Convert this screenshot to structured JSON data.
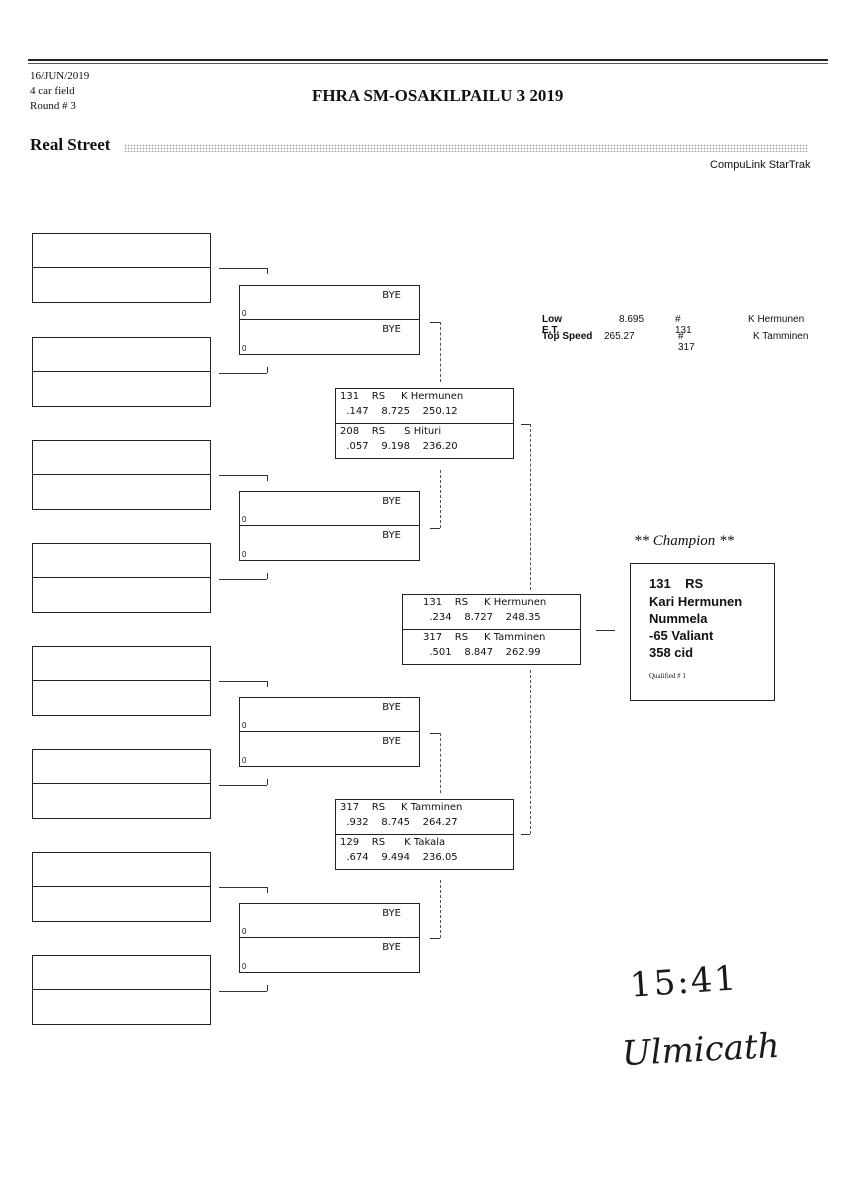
{
  "header": {
    "date": "16/JUN/2019",
    "field": "4 car field",
    "round": "Round # 3",
    "title": "FHRA SM-OSAKILPAILU 3 2019",
    "class_name": "Real Street",
    "brand": "CompuLink StarTrak"
  },
  "stats": {
    "low_et_label": "Low  E.T.",
    "low_et_value": "8.695",
    "low_et_num": "# 131",
    "low_et_name": "K Hermunen",
    "top_speed_label": "Top Speed",
    "top_speed_value": "265.27",
    "top_speed_num": "# 317",
    "top_speed_name": "K Tamminen"
  },
  "round2": [
    {
      "top": "BYE",
      "top_zero": "0",
      "bot": "BYE",
      "bot_zero": "0"
    },
    {
      "top": "BYE",
      "top_zero": "0",
      "bot": "BYE",
      "bot_zero": "0"
    },
    {
      "top": "BYE",
      "top_zero": "0",
      "bot": "BYE",
      "bot_zero": "0"
    },
    {
      "top": "BYE",
      "top_zero": "0",
      "bot": "BYE",
      "bot_zero": "0"
    }
  ],
  "semis": [
    {
      "top_l1": "131    RS     K Hermunen",
      "top_l2": "  .147    8.725    250.12",
      "bot_l1": "208    RS      S Hituri",
      "bot_l2": "  .057    9.198    236.20"
    },
    {
      "top_l1": "317    RS     K Tamminen",
      "top_l2": "  .932    8.745    264.27",
      "bot_l1": "129    RS      K Takala",
      "bot_l2": "  .674    9.494    236.05"
    }
  ],
  "final": {
    "top_l1": "131    RS     K Hermunen",
    "top_l2": "  .234    8.727    248.35",
    "bot_l1": "317    RS     K Tamminen",
    "bot_l2": "  .501    8.847    262.99"
  },
  "champion": {
    "title": "** Champion **",
    "line1": "131    RS",
    "name": "Kari Hermunen",
    "city": "Nummela",
    "car": "-65 Valiant",
    "engine": "358 cid",
    "qualified": "Qualified # 1"
  },
  "handwriting": {
    "time": "15:41",
    "signature": "Ulmicath"
  }
}
